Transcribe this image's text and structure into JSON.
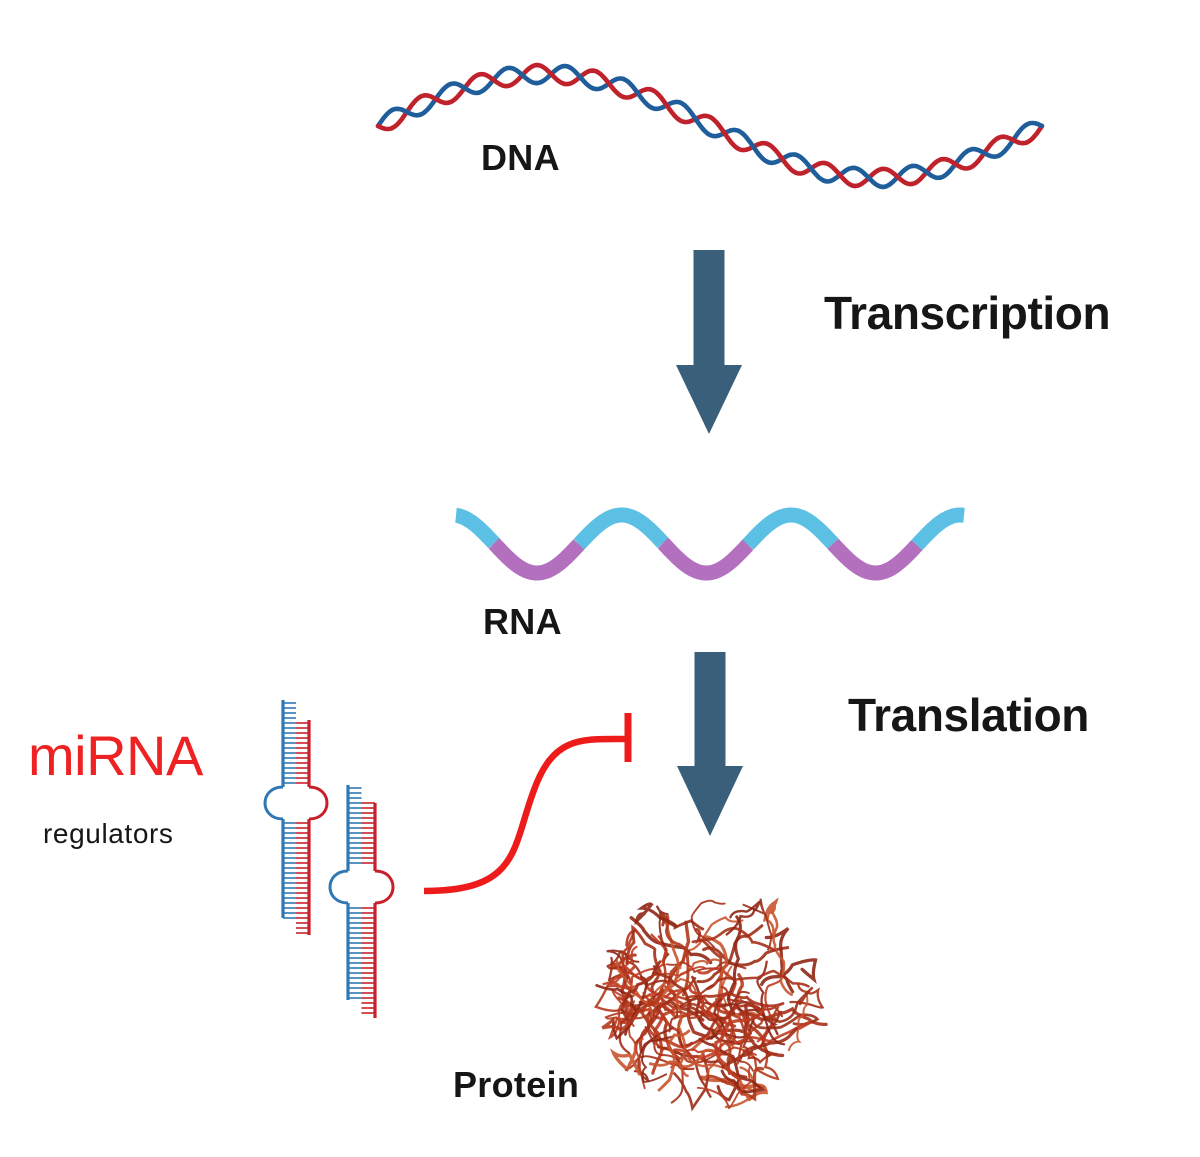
{
  "labels": {
    "dna": "DNA",
    "transcription": "Transcription",
    "rna": "RNA",
    "translation": "Translation",
    "mirna": "miRNA",
    "regulators": "regulators",
    "protein": "Protein"
  },
  "colors": {
    "dna_strand_red": "#c0222c",
    "dna_strand_blue": "#1f5e9b",
    "arrow": "#3a5f7a",
    "rna_blue": "#5cc0e4",
    "rna_purple": "#b270bf",
    "mirna_text": "#ee2222",
    "inhibition": "#ee1b1b",
    "mirna_red": "#c8202a",
    "mirna_blue": "#2f78b5",
    "protein": "#b0341b",
    "text": "#161616"
  },
  "icons": {
    "dna": "dna-double-helix-icon",
    "rna": "rna-strand-icon",
    "arrows": "down-arrow-icon",
    "inhibition": "inhibition-t-bar-icon",
    "mirna": "mirna-hairpin-icon",
    "protein": "protein-tangle-icon"
  }
}
